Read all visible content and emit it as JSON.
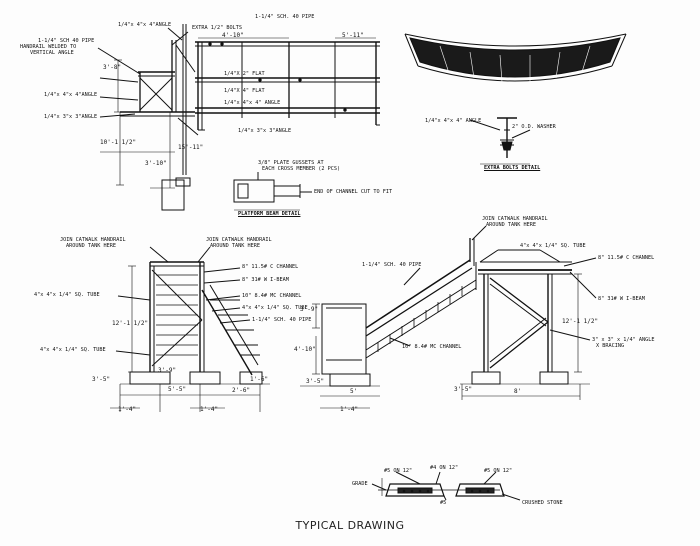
{
  "caption": "TYPICAL DRAWING",
  "labels": {
    "angle_top": "1/4\"x 4\"x 4\"ANGLE",
    "pipe_top": "1-1/4\" SCH. 40 PIPE",
    "bolts": "EXTRA 1/2\" BOLTS",
    "handrail_1": "1-1/4\" SCH 40 PIPE",
    "handrail_2": "HANDRAIL WELDED TO",
    "handrail_3": "VERTICAL ANGLE",
    "flat_1": "1/4\"X 2\" FLAT",
    "flat_2": "1/4\"X 4\" FLAT",
    "angle_mid": "1/4\"x 4\"x 4\" ANGLE",
    "angle_left1": "1/4\"x 4\"x 4\"ANGLE",
    "angle_left2": "1/4\"x 3\"x 3\"ANGLE",
    "angle_bottom": "1/4\"x 3\"x 3\"ANGLE",
    "washer_angle": "1/4\"x 4\"x 4\" ANGLE",
    "washer": "2\" O.D. WASHER",
    "bolts_detail": "EXTRA BOLTS DETAIL",
    "gusset_1": "3/8\" PLATE GUSSETS AT",
    "gusset_2": "EACH CROSS MEMBER (2 PCS)",
    "channel_end": "END OF CHANNEL CUT TO FIT",
    "beam_detail": "PLATFORM BEAM DETAIL",
    "join_l1": "JOIN CATWALK HANDRAIL",
    "join_l2": "AROUND TANK HERE",
    "join_m1": "JOIN CATWALK HANDRAIL",
    "join_m2": "AROUND TANK HERE",
    "c_channel_m": "8\" 11.5# C CHANNEL",
    "ibeam_m": "8\" 31# W I-BEAM",
    "tube_l": "4\"x 4\"x 1/4\" SQ. TUBE",
    "mc_channel_m": "10\" 8.4# MC CHANNEL",
    "tube_m": "4\"x 4\"x 1/4\" SQ. TUBE",
    "pipe_m": "1-1/4\" SCH. 40 PIPE",
    "tube_l2": "4\"x 4\"x 1/4\" SQ. TUBE",
    "pipe_r": "1-1/4\" SCH. 40 PIPE",
    "mc_channel_r": "10\" 8.4# MC CHANNEL",
    "join_r1": "JOIN CATWALK HANDRAIL",
    "join_r2": "AROUND TANK HERE",
    "tube_r": "4\"x 4\"x 1/4\" SQ. TUBE",
    "c_channel_r": "8\" 11.5# C CHANNEL",
    "ibeam_r": "8\" 31# W I-BEAM",
    "bracing_1": "3\" x 3\" x 1/4\" ANGLE",
    "bracing_2": "X BRACING",
    "grade": "GRADE",
    "rebar_1": "#5 ON 12\"",
    "rebar_2": "#4 ON 12\"",
    "rebar_3": "#5 ON 12\"",
    "rebar_4": "#5",
    "crushed": "CRUSHED STONE"
  },
  "dims": {
    "d1": "4'-10\"",
    "d2": "5'-11\"",
    "d3": "3'-8\"",
    "d4": "10'-1 1/2\"",
    "d5": "15'-11\"",
    "d6": "3'-10\"",
    "d7": "12'-1 1/2\"",
    "d8": "3'-9\"",
    "d9": "3'-5\"",
    "d10": "5'-5\"",
    "d11": "1'-6\"",
    "d12": "2'-6\"",
    "d13": "1'-4\"",
    "d14": "1'-4\"",
    "d15": "3'-9\"",
    "d16": "4'-10\"",
    "d17": "3'-5\"",
    "d18": "5'",
    "d19": "1'-4\"",
    "d20": "12'-1 1/2\"",
    "d21": "3'-5\"",
    "d22": "8'"
  }
}
